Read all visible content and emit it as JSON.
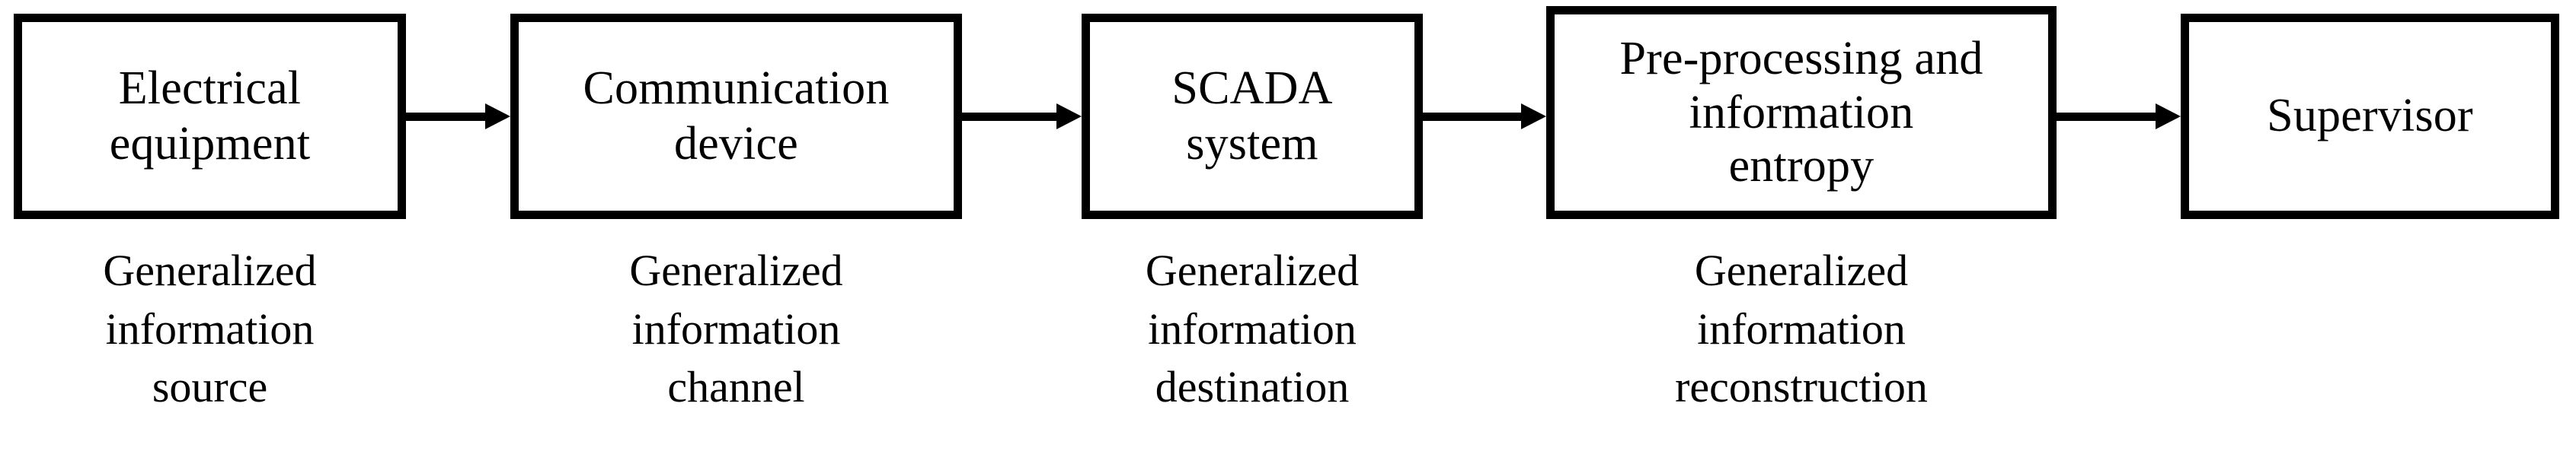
{
  "diagram": {
    "type": "flowchart",
    "orientation": "left-to-right",
    "background_color": "#ffffff",
    "line_color": "#000000",
    "nodes": [
      {
        "id": "electrical-equipment",
        "label": "Electrical\nequipment",
        "caption": "Generalized\ninformation\nsource"
      },
      {
        "id": "communication-device",
        "label": "Communication\ndevice",
        "caption": "Generalized\ninformation\nchannel"
      },
      {
        "id": "scada-system",
        "label": "SCADA\nsystem",
        "caption": "Generalized\ninformation\ndestination"
      },
      {
        "id": "preprocessing-information-entropy",
        "label": "Pre-processing  and\ninformation\nentropy",
        "caption": "Generalized\ninformation\nreconstruction"
      },
      {
        "id": "supervisor",
        "label": "Supervisor",
        "caption": ""
      }
    ],
    "arrows": [
      {
        "id": "arrow-1",
        "from": "electrical-equipment",
        "to": "communication-device",
        "style": "solid-filled-head"
      },
      {
        "id": "arrow-2",
        "from": "communication-device",
        "to": "scada-system",
        "style": "solid-filled-head"
      },
      {
        "id": "arrow-3",
        "from": "scada-system",
        "to": "preprocessing-information-entropy",
        "style": "solid-filled-head"
      },
      {
        "id": "arrow-4",
        "from": "preprocessing-information-entropy",
        "to": "supervisor",
        "style": "solid-filled-head"
      }
    ]
  }
}
